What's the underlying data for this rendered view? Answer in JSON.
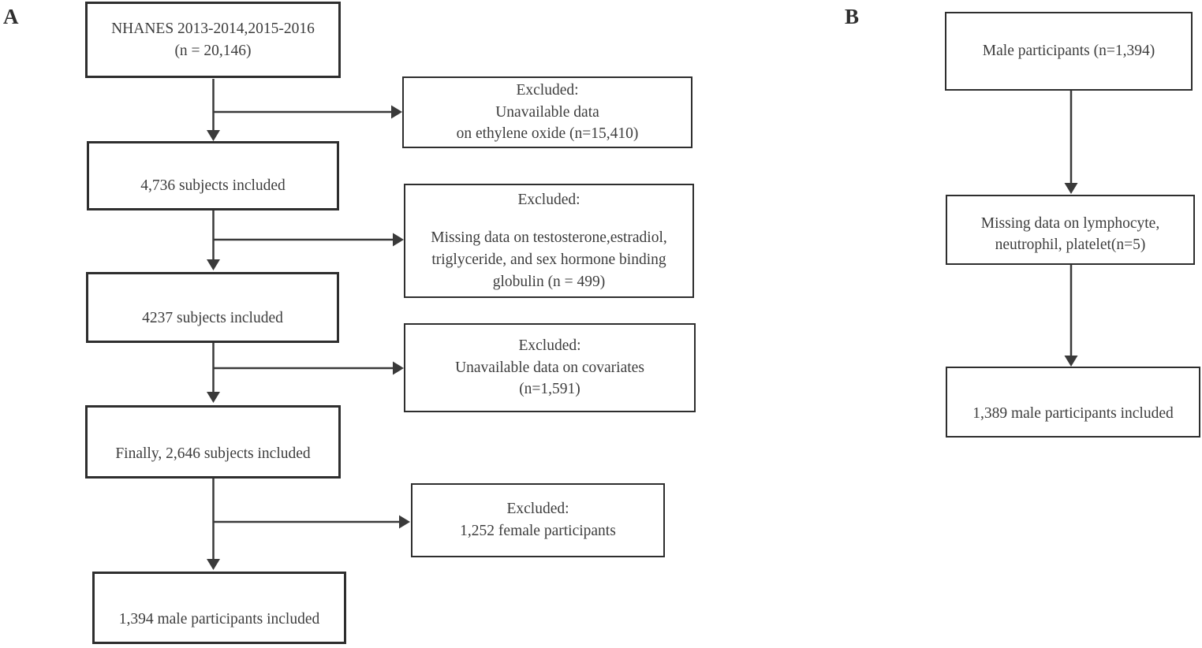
{
  "figure": {
    "colors": {
      "background": "#ffffff",
      "box_border": "#2e2e2e",
      "arrow_line": "#3a3a3a",
      "text": "#3d3d3d"
    },
    "panel_a": {
      "label": "A",
      "nodes": {
        "source": {
          "lines": [
            "NHANES 2013-2014,2015-2016",
            "(n = 20,146)"
          ]
        },
        "excluded_ethylene": {
          "lines": [
            "Excluded:",
            "Unavailable data",
            "on ethylene oxide (n=15,410)"
          ]
        },
        "included_4736": {
          "lines": [
            "4,736 subjects included"
          ]
        },
        "excluded_hormone": {
          "lines": [
            "Excluded:",
            "Missing data on testosterone,estradiol,",
            "triglyceride, and sex hormone binding",
            "globulin (n = 499)"
          ]
        },
        "included_4237": {
          "lines": [
            "4237 subjects included"
          ]
        },
        "excluded_covariates": {
          "lines": [
            "Excluded:",
            "Unavailable data on covariates",
            "(n=1,591)"
          ]
        },
        "included_2646": {
          "lines": [
            "Finally, 2,646 subjects included"
          ]
        },
        "excluded_female": {
          "lines": [
            "Excluded:",
            "1,252 female participants"
          ]
        },
        "included_male": {
          "lines": [
            "1,394 male participants included"
          ]
        }
      }
    },
    "panel_b": {
      "label": "B",
      "nodes": {
        "male_participants": {
          "lines": [
            "Male participants (n=1,394)"
          ]
        },
        "missing_cbc": {
          "lines": [
            "Missing data on lymphocyte,",
            "neutrophil, platelet(n=5)"
          ]
        },
        "included_1389": {
          "lines": [
            "1,389 male participants included"
          ]
        }
      }
    }
  }
}
